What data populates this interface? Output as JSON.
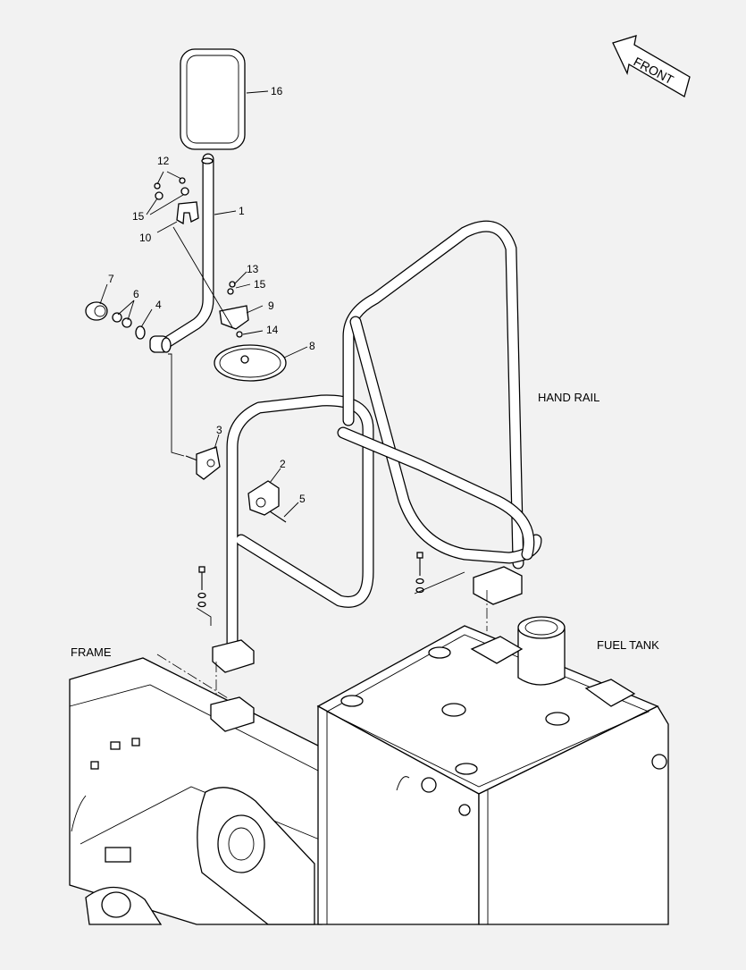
{
  "direction_label": "FRONT",
  "labels": {
    "hand_rail": "HAND RAIL",
    "frame": "FRAME",
    "fuel_tank": "FUEL TANK"
  },
  "callouts": {
    "c1": "1",
    "c2": "2",
    "c3": "3",
    "c4": "4",
    "c5": "5",
    "c6": "6",
    "c7": "7",
    "c8": "8",
    "c9": "9",
    "c10": "10",
    "c12": "12",
    "c13": "13",
    "c14": "14",
    "c15a": "15",
    "c15b": "15",
    "c16": "16"
  }
}
